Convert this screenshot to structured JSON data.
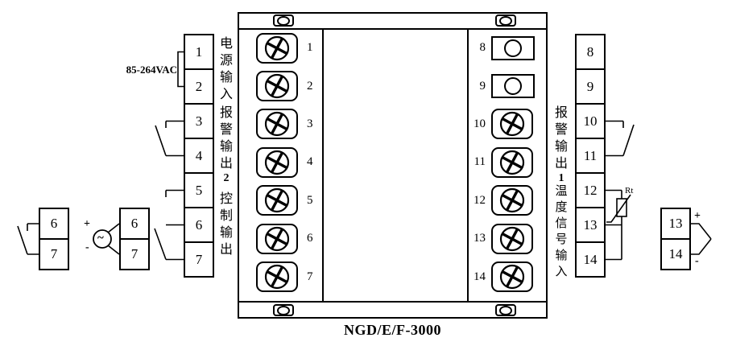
{
  "model": "NGD/E/F-3000",
  "power": {
    "voltage": "85-264VAC",
    "label": "电源输入"
  },
  "alarm2": {
    "label": "报警输出",
    "number": "2"
  },
  "control": {
    "label": "控制输出"
  },
  "alarm1": {
    "label": "报警输出",
    "number": "1"
  },
  "temp_input": {
    "label": "温度信号输入"
  },
  "sensor": {
    "thermistor_label": "Rt"
  },
  "symbols": {
    "plus": "+",
    "minus": "-",
    "ac": "~"
  },
  "main_left_block": {
    "numbers": [
      "1",
      "2",
      "3",
      "4",
      "5",
      "6",
      "7"
    ]
  },
  "main_right_block": {
    "numbers": [
      "8",
      "9",
      "10",
      "11",
      "12",
      "13",
      "14"
    ]
  },
  "device": {
    "left_terminal_numbers": [
      "1",
      "2",
      "3",
      "4",
      "5",
      "6",
      "7"
    ],
    "right_terminals": [
      {
        "num": "8",
        "type": "circle"
      },
      {
        "num": "9",
        "type": "circle"
      },
      {
        "num": "10",
        "type": "screw"
      },
      {
        "num": "11",
        "type": "screw"
      },
      {
        "num": "12",
        "type": "screw"
      },
      {
        "num": "13",
        "type": "screw"
      },
      {
        "num": "14",
        "type": "screw"
      }
    ]
  },
  "aux_switch_block": {
    "numbers": [
      "6",
      "7"
    ]
  },
  "aux_power_block": {
    "numbers": [
      "6",
      "7"
    ]
  },
  "aux_sensor_block": {
    "numbers": [
      "13",
      "14"
    ]
  }
}
